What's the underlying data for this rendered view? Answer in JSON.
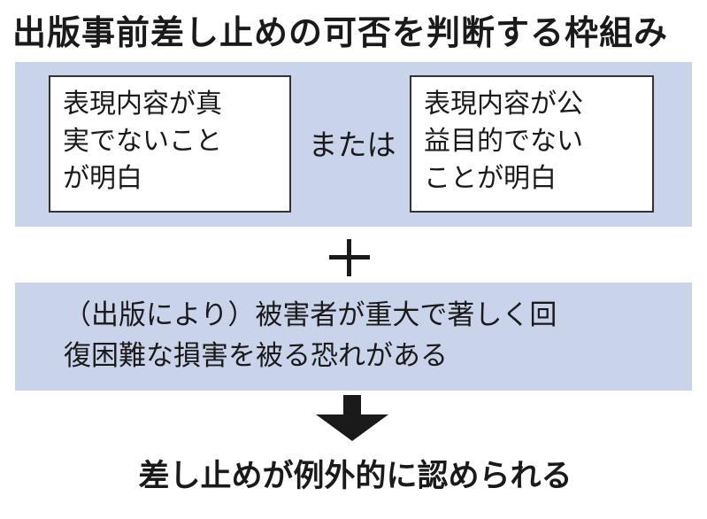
{
  "title": "出版事前差し止めの可否を判断する枠組み",
  "condition_a": "表現内容が真\n実でないこと\nが明白",
  "connector": "または",
  "condition_b": "表現内容が公\n益目的でない\nことが明白",
  "plus_symbol": "+",
  "condition_c": "（出版により）被害者が重大で著しく回\n復困難な損害を被る恐れがある",
  "result": "差し止めが例外的に認められる",
  "colors": {
    "band_fill": "#c9d4ea",
    "box_fill": "#ffffff",
    "box_border": "#333333",
    "text": "#1a1a1a"
  }
}
